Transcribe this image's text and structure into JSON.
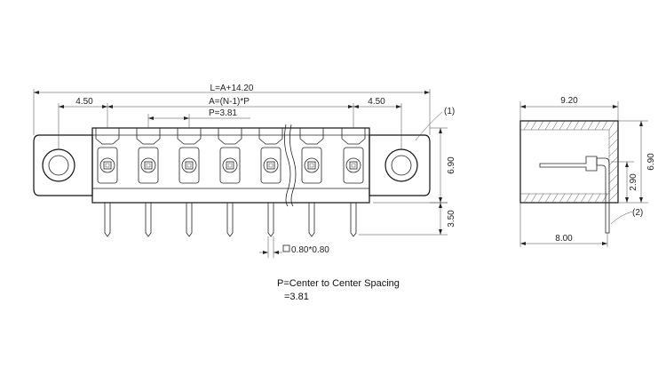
{
  "front_view": {
    "dim_overall": "L=A+14.20",
    "dim_pitch_span": "A=(N-1)*P",
    "dim_pitch": "P=3.81",
    "dim_left_offset": "4.50",
    "dim_right_offset": "4.50",
    "dim_height": "6.90",
    "dim_pin_length": "3.50",
    "dim_pin_section": "0.80*0.80",
    "callout_body": "(1)"
  },
  "side_view": {
    "dim_depth": "9.20",
    "dim_height": "6.90",
    "dim_pin_height": "2.90",
    "dim_pin_offset": "8.00",
    "callout_pin": "(2)"
  },
  "notes": {
    "line1": "P=Center to Center Spacing",
    "line2": "=3.81"
  }
}
